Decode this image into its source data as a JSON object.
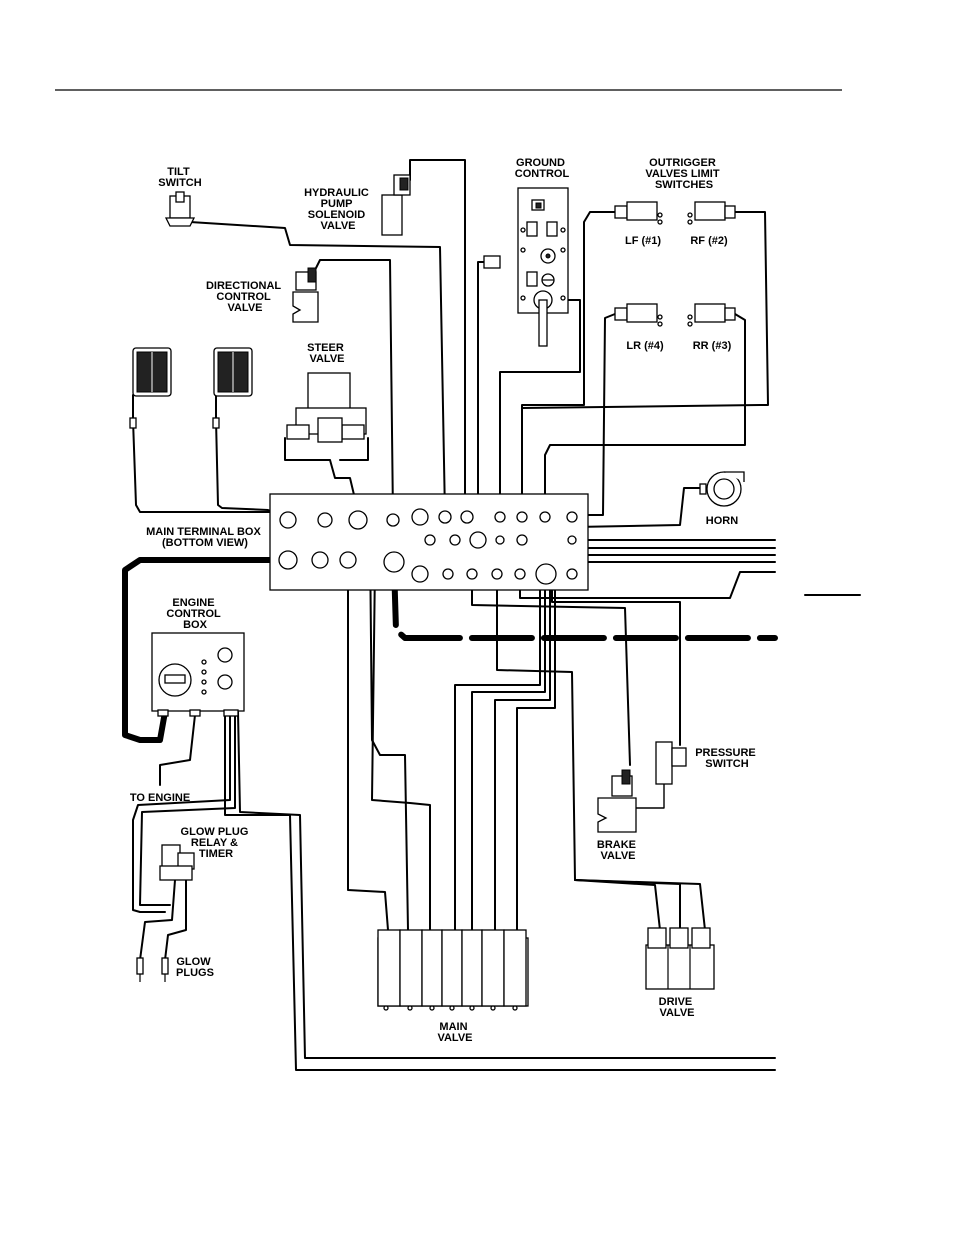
{
  "labels": {
    "tilt_switch": [
      "TILT",
      "SWITCH"
    ],
    "hydraulic_pump": [
      "HYDRAULIC",
      "PUMP",
      "SOLENOID",
      "VALVE"
    ],
    "ground_control": [
      "GROUND",
      "CONTROL"
    ],
    "outrigger": [
      "OUTRIGGER",
      "VALVES LIMIT",
      "SWITCHES"
    ],
    "lf": "LF (#1)",
    "rf": "RF (#2)",
    "lr": "LR (#4)",
    "rr": "RR (#3)",
    "directional": [
      "DIRECTIONAL",
      "CONTROL",
      "VALVE"
    ],
    "steer": [
      "STEER",
      "VALVE"
    ],
    "main_terminal": [
      "MAIN TERMINAL BOX",
      "(BOTTOM VIEW)"
    ],
    "horn": "HORN",
    "engine_control": [
      "ENGINE",
      "CONTROL",
      "BOX"
    ],
    "to_engine": "TO ENGINE",
    "glow_plug_relay": [
      "GLOW PLUG",
      "RELAY &",
      "TIMER"
    ],
    "glow_plugs": [
      "GLOW",
      "PLUGS"
    ],
    "pressure_switch": [
      "PRESSURE",
      "SWITCH"
    ],
    "brake_valve": [
      "BRAKE",
      "VALVE"
    ],
    "main_valve": [
      "MAIN",
      "VALVE"
    ],
    "drive_valve": [
      "DRIVE",
      "VALVE"
    ]
  }
}
